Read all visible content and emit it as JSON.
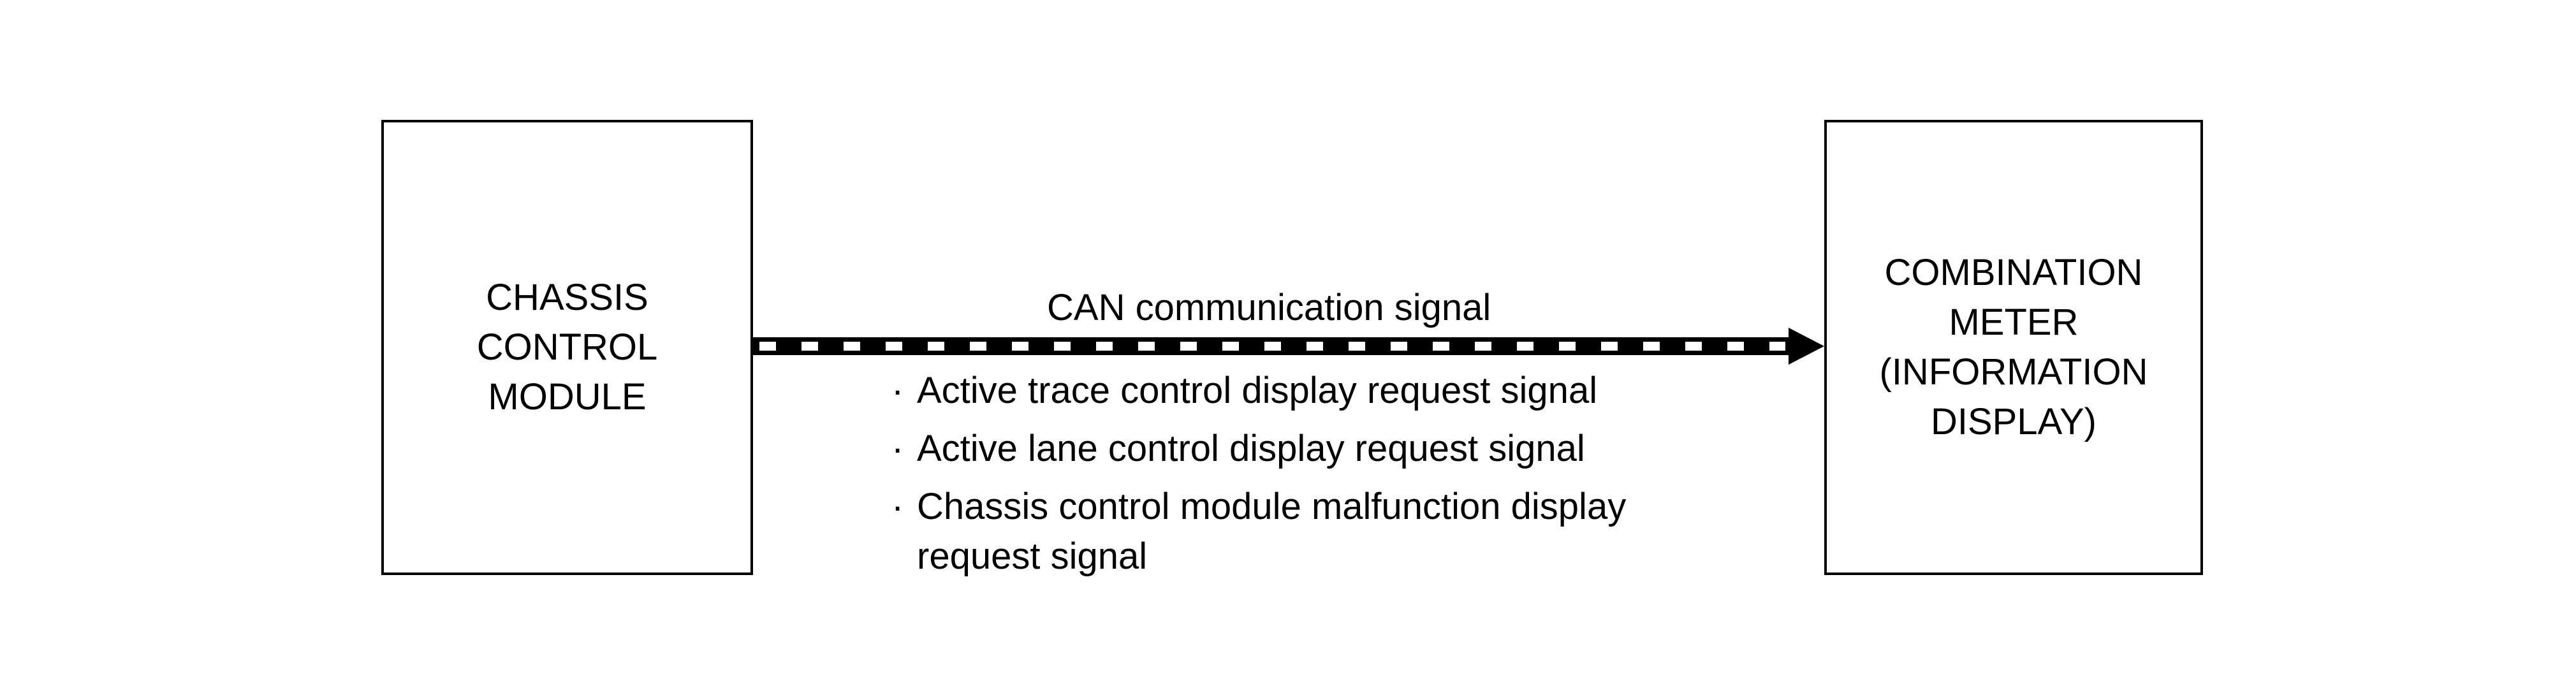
{
  "diagram": {
    "source_module": {
      "label": "CHASSIS\nCONTROL\nMODULE"
    },
    "target_module": {
      "label": "COMBINATION\nMETER\n(INFORMATION\nDISPLAY)"
    },
    "connection": {
      "label": "CAN communication signal",
      "direction": "source-to-target",
      "line_style": "dashed-can",
      "colors": {
        "line": "#000000",
        "dash": "#ffffff"
      }
    },
    "signals": [
      {
        "bullet": "·",
        "text": "Active trace control display request signal",
        "text_line2": ""
      },
      {
        "bullet": "·",
        "text": "Active lane control display request signal",
        "text_line2": ""
      },
      {
        "bullet": "·",
        "text": "Chassis control module malfunction display",
        "text_line2": "request signal"
      }
    ]
  }
}
